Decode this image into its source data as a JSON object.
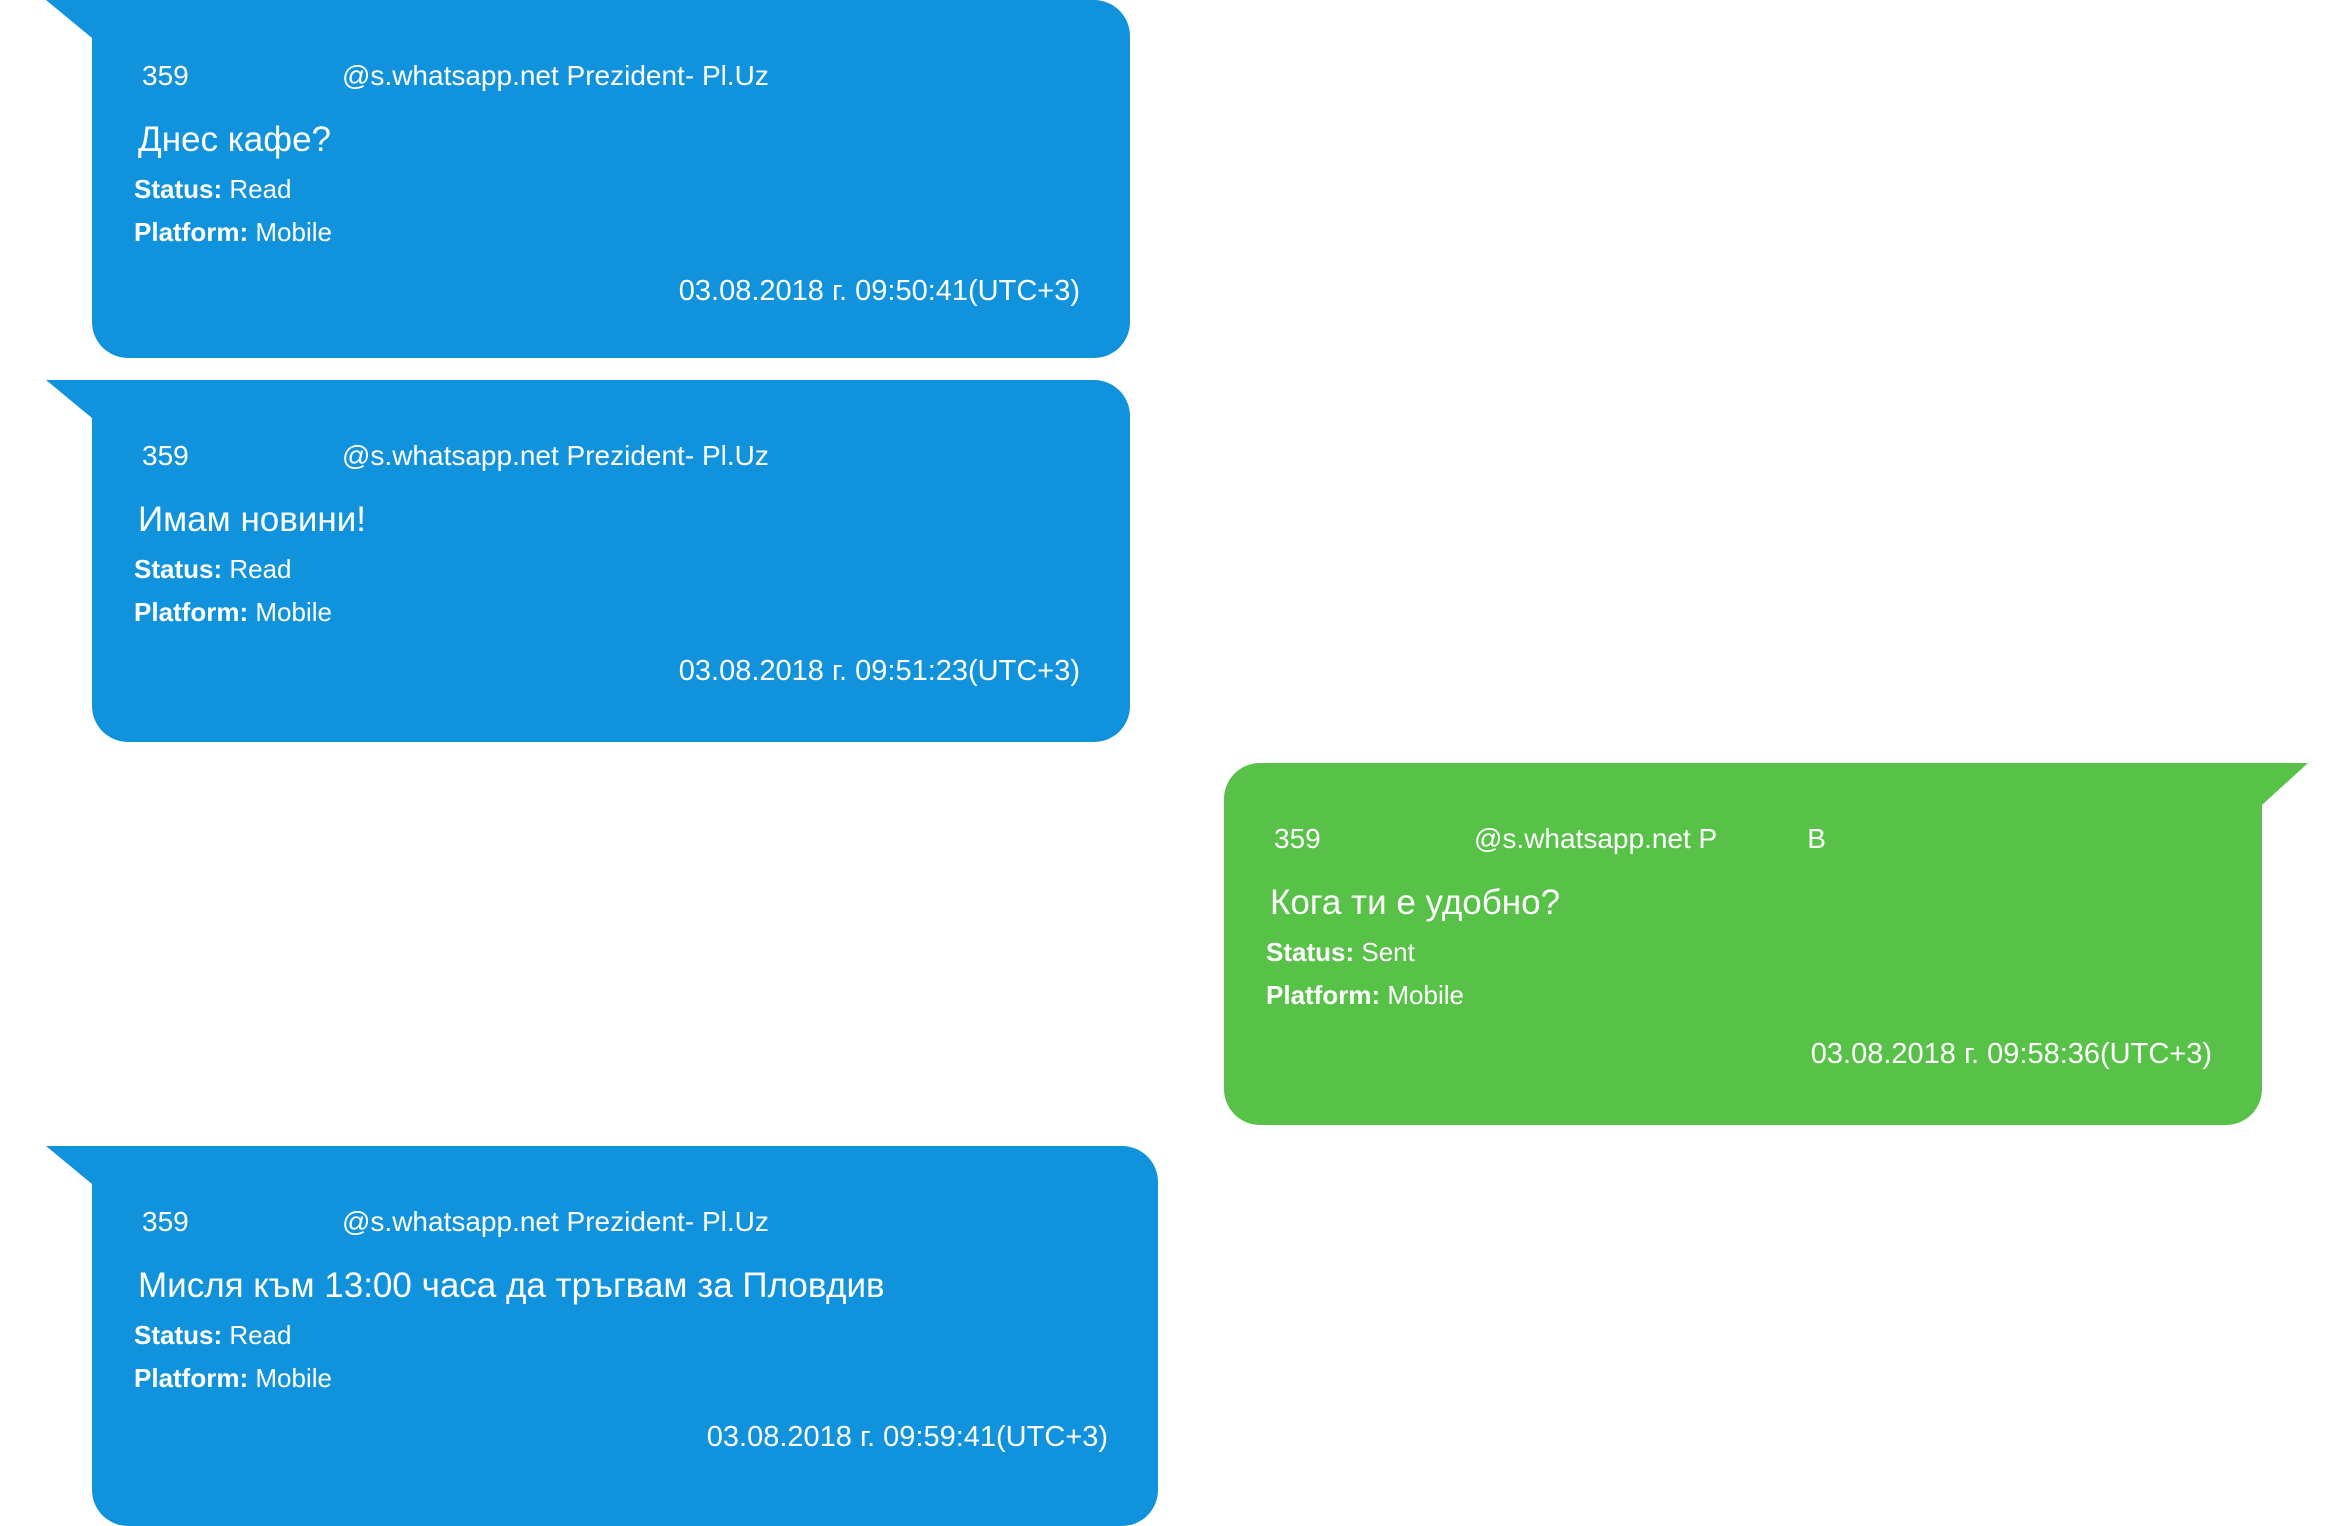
{
  "messages": [
    {
      "direction": "incoming",
      "sender_number": "359",
      "sender_domain": "@s.whatsapp.net Prezident- Pl.Uz",
      "sender_extra": "",
      "text": "Днес кафе?",
      "status_label": "Status:",
      "status": "Read",
      "platform_label": "Platform:",
      "platform": "Mobile",
      "timestamp": "03.08.2018 г. 09:50:41(UTC+3)"
    },
    {
      "direction": "incoming",
      "sender_number": "359",
      "sender_domain": "@s.whatsapp.net Prezident- Pl.Uz",
      "sender_extra": "",
      "text": "Имам новини!",
      "status_label": "Status:",
      "status": "Read",
      "platform_label": "Platform:",
      "platform": "Mobile",
      "timestamp": "03.08.2018 г. 09:51:23(UTC+3)"
    },
    {
      "direction": "outgoing",
      "sender_number": "359",
      "sender_domain": "@s.whatsapp.net P",
      "sender_extra": "B",
      "text": "Кога ти е удобно?",
      "status_label": "Status:",
      "status": "Sent",
      "platform_label": "Platform:",
      "platform": "Mobile",
      "timestamp": "03.08.2018 г. 09:58:36(UTC+3)"
    },
    {
      "direction": "incoming",
      "sender_number": "359",
      "sender_domain": "@s.whatsapp.net Prezident- Pl.Uz",
      "sender_extra": "",
      "text": "Мисля към 13:00 часа да тръгвам за Пловдив",
      "status_label": "Status:",
      "status": "Read",
      "platform_label": "Platform:",
      "platform": "Mobile",
      "timestamp": "03.08.2018 г. 09:59:41(UTC+3)"
    }
  ],
  "colors": {
    "incoming_bubble": "#1192dd",
    "outgoing_bubble": "#57c247",
    "text": "#ffffff",
    "background": "#ffffff"
  }
}
